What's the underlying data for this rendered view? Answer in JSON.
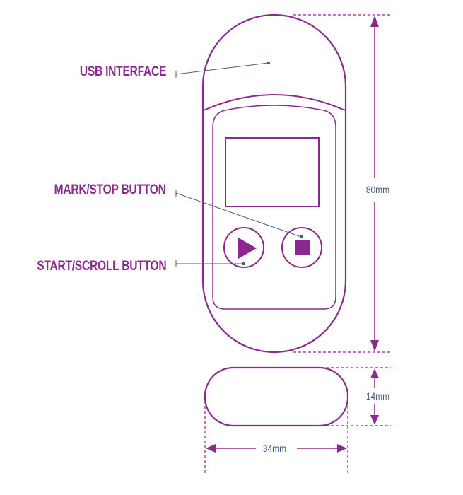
{
  "labels": {
    "usb_interface": "USB INTERFACE",
    "mark_stop_button": "MARK/STOP BUTTON",
    "start_scroll_button": "START/SCROLL BUTTON"
  },
  "dimensions": {
    "height": "80mm",
    "depth": "14mm",
    "width": "34mm"
  },
  "colors": {
    "device_outline": "#8b2a8e",
    "button_fill": "#8b2a8e",
    "leader_line": "#4a5a80",
    "dimension_text": "#4a5a80",
    "label_text": "#8b2a8e"
  },
  "icons": {
    "start_button_symbol": "play-triangle",
    "stop_button_symbol": "stop-square"
  }
}
